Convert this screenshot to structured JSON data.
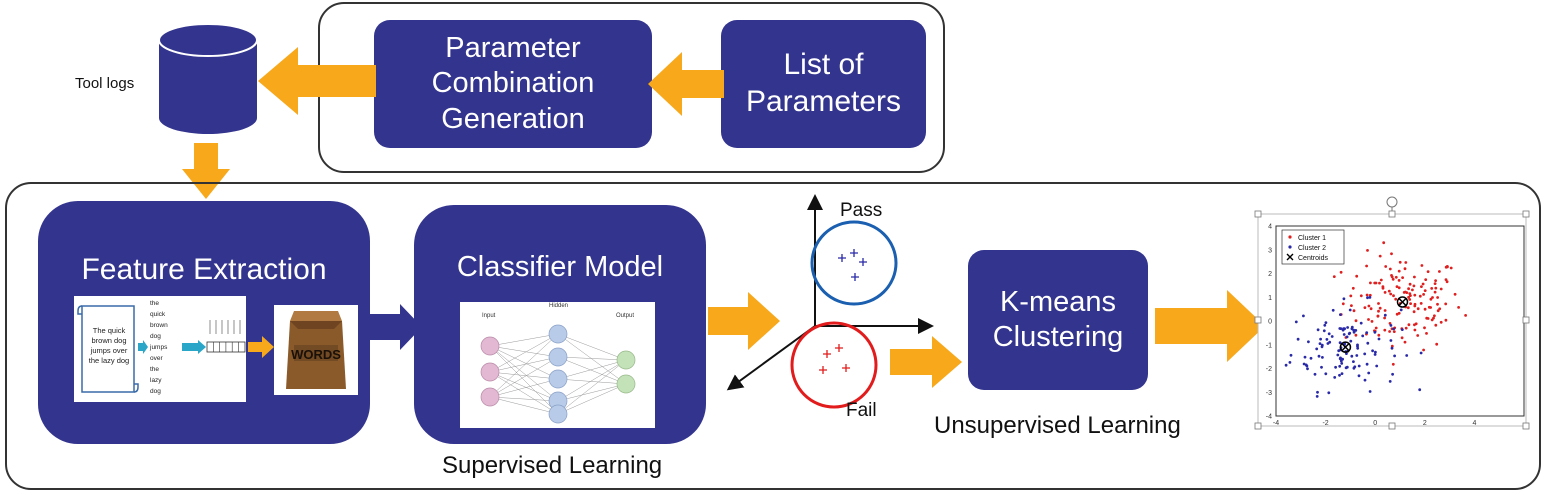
{
  "top": {
    "tool_logs": "Tool logs",
    "param_combo": [
      "Parameter",
      "Combination",
      "Generation"
    ],
    "list_params": [
      "List of",
      "Parameters"
    ]
  },
  "feature": {
    "title": "Feature Extraction",
    "doc_lines": [
      "The quick",
      "brown dog",
      "jumps over",
      "the lazy dog"
    ],
    "token_list": [
      "the",
      "quick",
      "brown",
      "dog",
      "jumps",
      "over",
      "the",
      "lazy",
      "dog"
    ],
    "bag_text": "WORDS"
  },
  "classifier": {
    "title": "Classifier Model",
    "nn_labels": [
      "Input",
      "Hidden",
      "Output"
    ]
  },
  "scatter3d": {
    "pass": "Pass",
    "fail": "Fail"
  },
  "kmeans": {
    "title": [
      "K-means",
      "Clustering"
    ]
  },
  "labels": {
    "supervised": "Supervised Learning",
    "unsupervised": "Unsupervised Learning"
  },
  "cluster_plot": {
    "legend": [
      "Cluster 1",
      "Cluster 2",
      "Centroids"
    ],
    "colors": {
      "cluster1": "#e02020",
      "cluster2": "#2a2aa8",
      "centroid": "#000000"
    }
  },
  "chart_data": {
    "type": "scatter",
    "xlim": [
      -4,
      6
    ],
    "ylim": [
      -4,
      4
    ],
    "xticks": [
      "-4",
      "-2",
      "0",
      "2",
      "4"
    ],
    "yticks": [
      "4",
      "3",
      "2",
      "1",
      "0",
      "-1",
      "-2",
      "-3",
      "-4"
    ],
    "legend_position": "top-left",
    "series": [
      {
        "name": "Cluster 1",
        "center": [
          1.1,
          0.8
        ],
        "spread": [
          1.2,
          1.0
        ],
        "count": 150
      },
      {
        "name": "Cluster 2",
        "center": [
          -1.2,
          -1.1
        ],
        "spread": [
          1.1,
          0.9
        ],
        "count": 120
      }
    ],
    "centroids": [
      [
        1.1,
        0.8
      ],
      [
        -1.2,
        -1.1
      ]
    ]
  }
}
